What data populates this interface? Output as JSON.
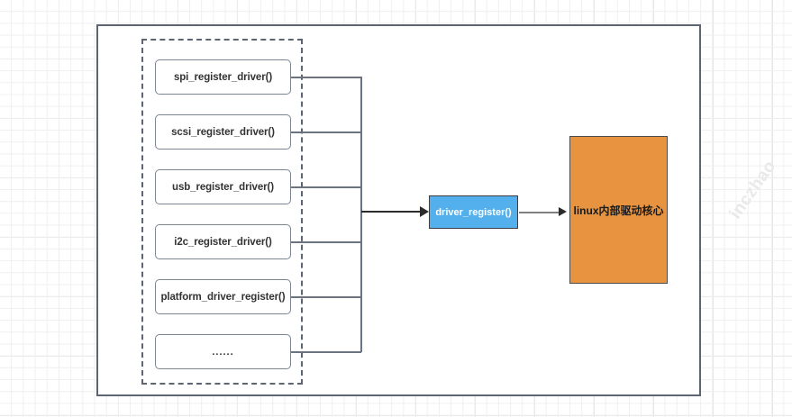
{
  "diagram": {
    "title_watermark": "inczhao",
    "colors": {
      "blue_node": "#54b0ed",
      "orange_node": "#e8933f",
      "border": "#5e6572",
      "connector": "#6b7280",
      "grid": "#e3e3e3"
    },
    "group": {
      "name": "driver-registration-apis",
      "items": [
        {
          "label": "spi_register_driver()"
        },
        {
          "label": "scsi_register_driver()"
        },
        {
          "label": "usb_register_driver()"
        },
        {
          "label": "i2c_register_driver()"
        },
        {
          "label": "platform_driver_register()"
        },
        {
          "label": "......"
        }
      ]
    },
    "core_node": {
      "label": "driver_register()"
    },
    "kernel_node": {
      "label": "linux内部驱动核心"
    }
  }
}
